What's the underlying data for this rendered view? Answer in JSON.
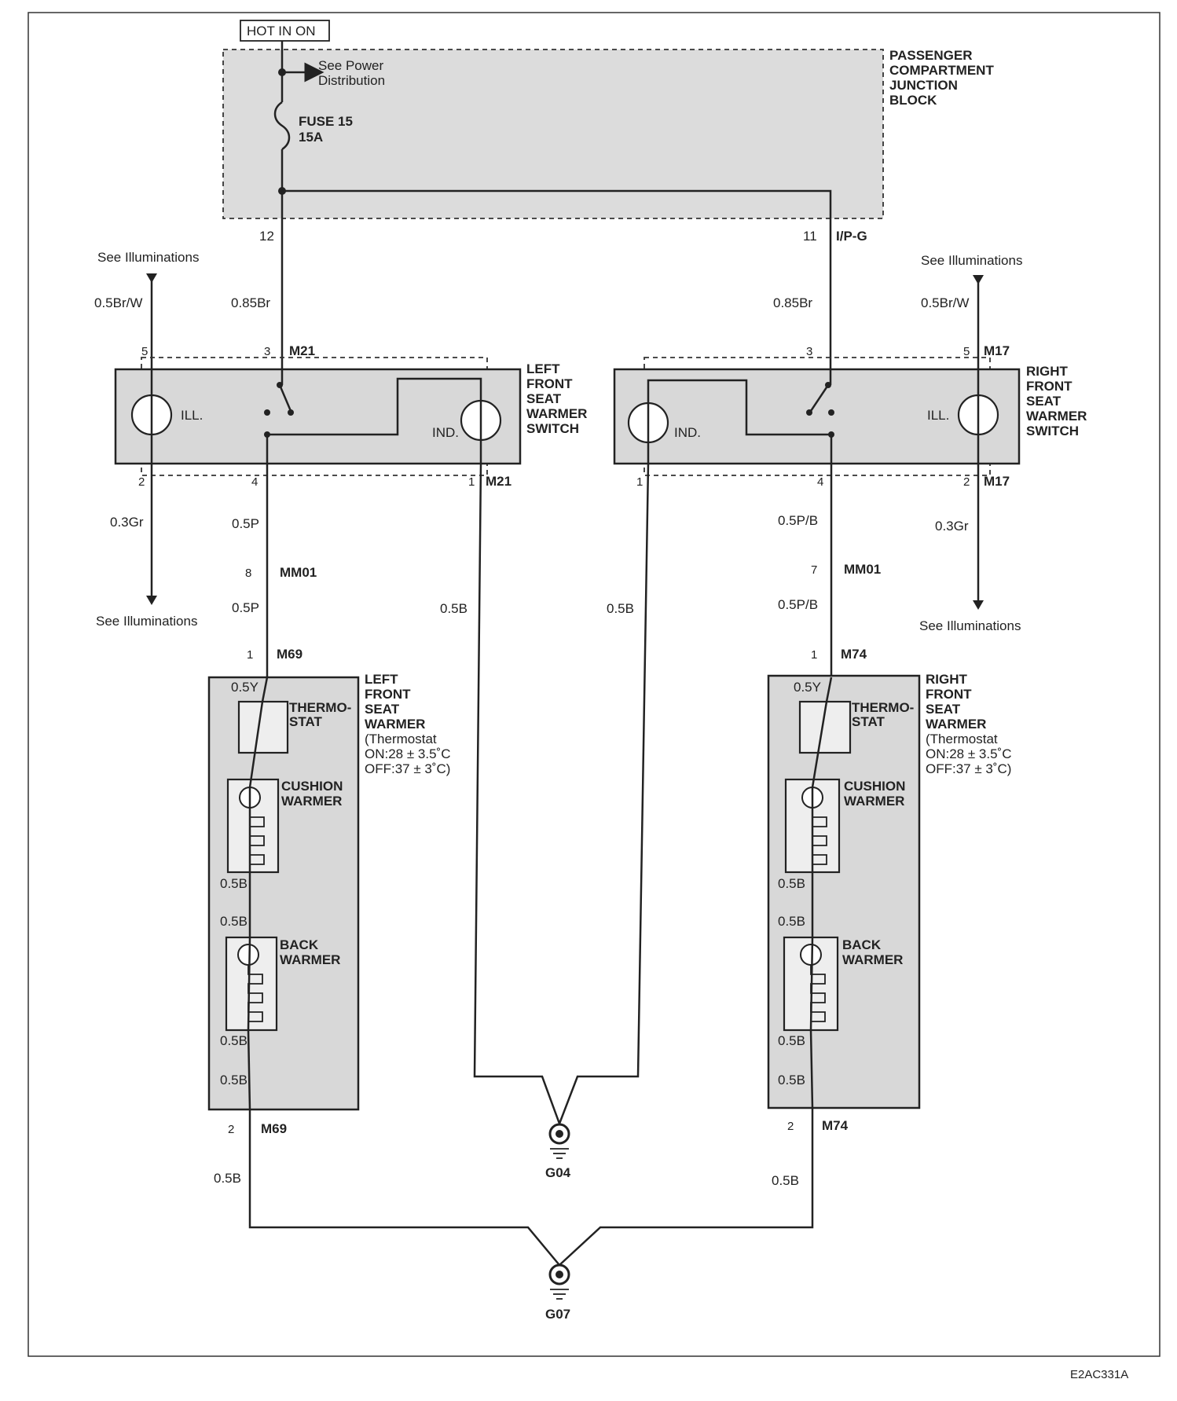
{
  "supply": {
    "label": "HOT IN ON"
  },
  "junction_block": {
    "name_lines": [
      "PASSENGER",
      "COMPARTMENT",
      "JUNCTION",
      "BLOCK"
    ],
    "see_power_lines": [
      "See Power",
      "Distribution"
    ],
    "fuse_lines": [
      "FUSE 15",
      "15A"
    ],
    "pin_left": "12",
    "pin_right": "11",
    "connector_right": "I/P-G"
  },
  "wires": {
    "left_supply": "0.85Br",
    "right_supply": "0.85Br",
    "left_ill_in": "0.5Br/W",
    "right_ill_in": "0.5Br/W",
    "left_ill_out": "0.3Gr",
    "right_ill_out": "0.3Gr",
    "left_out_upper": "0.5P",
    "left_out_lower": "0.5P",
    "right_out_upper": "0.5P/B",
    "right_out_lower": "0.5P/B",
    "left_ind_ground": "0.5B",
    "right_ind_ground": "0.5B",
    "left_warmer_ground": "0.5B",
    "right_warmer_ground": "0.5B"
  },
  "see_illuminations": "See Illuminations",
  "left_switch": {
    "name_lines": [
      "LEFT",
      "FRONT",
      "SEAT",
      "WARMER",
      "SWITCH"
    ],
    "ill": "ILL.",
    "ind": "IND.",
    "connector": "M21",
    "pins": {
      "ill_in": "5",
      "supply": "3",
      "ill_out": "2",
      "out": "4",
      "ind": "1"
    }
  },
  "right_switch": {
    "name_lines": [
      "RIGHT",
      "FRONT",
      "SEAT",
      "WARMER",
      "SWITCH"
    ],
    "ill": "ILL.",
    "ind": "IND.",
    "connector_top": "M17",
    "connector_bottom": "M17",
    "pins": {
      "ill_in": "5",
      "supply": "3",
      "ill_out": "2",
      "out": "4",
      "ind": "1"
    }
  },
  "mm01": {
    "name": "MM01",
    "left_pin": "8",
    "right_pin": "7"
  },
  "left_warmer": {
    "name_lines": [
      "LEFT",
      "FRONT",
      "SEAT",
      "WARMER"
    ],
    "spec_lines": [
      "(Thermostat",
      "ON:28 ± 3.5˚C",
      "OFF:37 ± 3˚C)"
    ],
    "connector": "M69",
    "pin_in": "1",
    "pin_out": "2",
    "wire_in": "0.5Y",
    "wire_mid_a": "0.5B",
    "wire_mid_b": "0.5B",
    "wire_mid_c": "0.5B",
    "wire_mid_d": "0.5B",
    "thermo_lines": [
      "THERMO-",
      "STAT"
    ],
    "cushion_lines": [
      "CUSHION",
      "WARMER"
    ],
    "back_lines": [
      "BACK",
      "WARMER"
    ]
  },
  "right_warmer": {
    "name_lines": [
      "RIGHT",
      "FRONT",
      "SEAT",
      "WARMER"
    ],
    "spec_lines": [
      "(Thermostat",
      "ON:28 ± 3.5˚C",
      "OFF:37 ± 3˚C)"
    ],
    "connector": "M74",
    "pin_in": "1",
    "pin_out": "2",
    "wire_in": "0.5Y",
    "wire_mid_a": "0.5B",
    "wire_mid_b": "0.5B",
    "wire_mid_c": "0.5B",
    "wire_mid_d": "0.5B",
    "thermo_lines": [
      "THERMO-",
      "STAT"
    ],
    "cushion_lines": [
      "CUSHION",
      "WARMER"
    ],
    "back_lines": [
      "BACK",
      "WARMER"
    ]
  },
  "grounds": {
    "g04": "G04",
    "g07": "G07"
  },
  "figure_code": "E2AC331A"
}
